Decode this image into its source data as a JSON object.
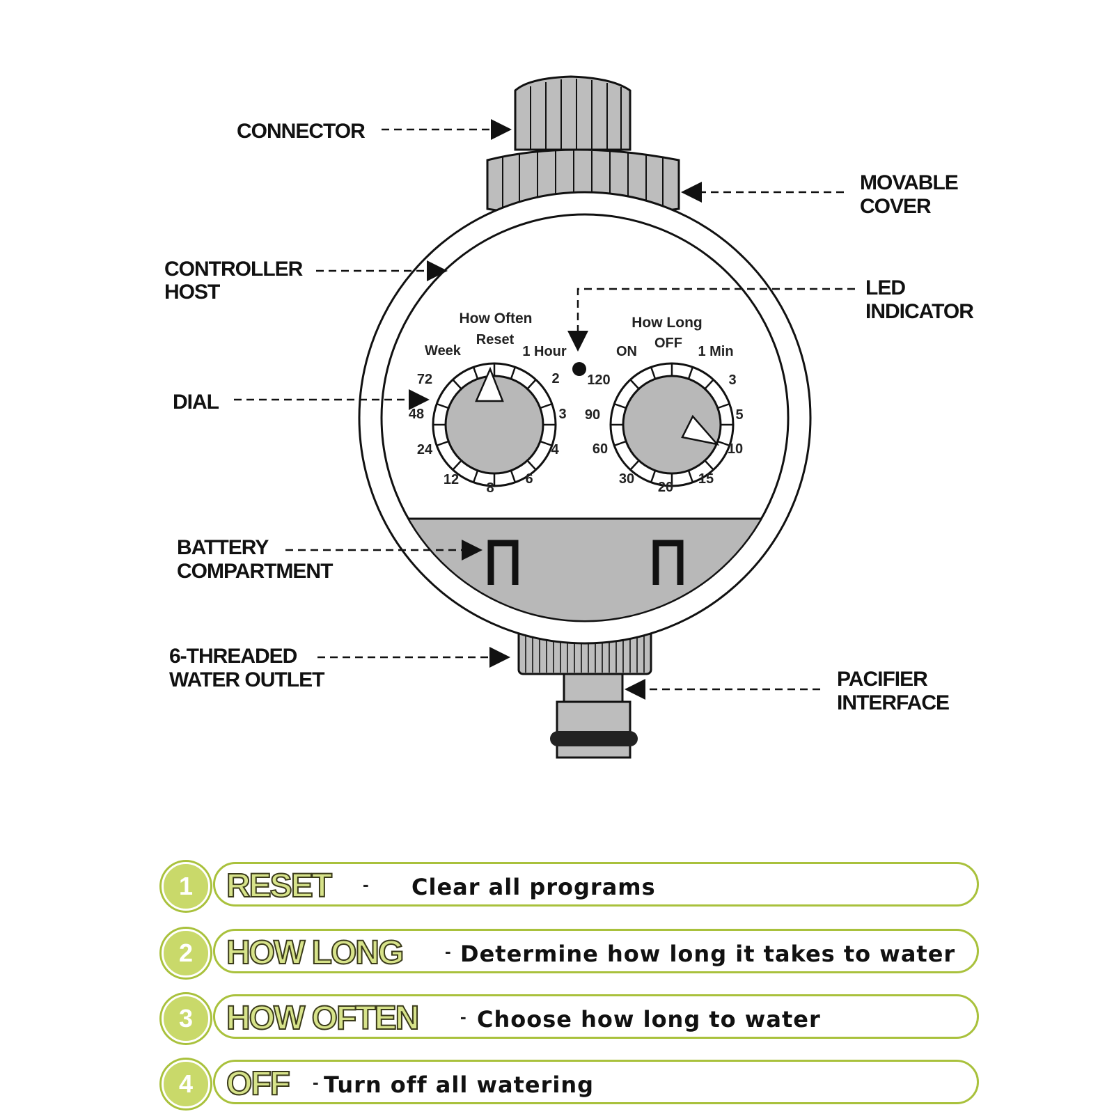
{
  "callouts": {
    "connector": "CONNECTOR",
    "movable_cover": [
      "MOVABLE",
      "COVER"
    ],
    "controller_host": [
      "CONTROLLER",
      "HOST"
    ],
    "led_indicator": [
      "LED",
      "INDICATOR"
    ],
    "dial": "DIAL",
    "battery_compartment": [
      "BATTERY",
      "COMPARTMENT"
    ],
    "water_outlet": [
      "6-THREADED",
      "WATER OUTLET"
    ],
    "pacifier_interface": [
      "PACIFIER",
      "INTERFACE"
    ]
  },
  "left_dial": {
    "heading": "How Often",
    "top_labels": [
      "Week",
      "Reset",
      "1 Hour"
    ],
    "numbers": [
      "72",
      "48",
      "24",
      "12",
      "8",
      "6",
      "4",
      "3",
      "2"
    ]
  },
  "right_dial": {
    "heading": "How Long",
    "top_labels": [
      "ON",
      "OFF",
      "1 Min"
    ],
    "numbers": [
      "120",
      "90",
      "60",
      "30",
      "20",
      "15",
      "10",
      "5",
      "3"
    ]
  },
  "legend": [
    {
      "num": "1",
      "keyword": "RESET",
      "dash": "-",
      "description": "Clear all programs"
    },
    {
      "num": "2",
      "keyword": "HOW LONG",
      "dash": "-",
      "description": "Determine how long it takes to water"
    },
    {
      "num": "3",
      "keyword": "HOW OFTEN",
      "dash": "-",
      "description": "Choose how long to water"
    },
    {
      "num": "4",
      "keyword": "OFF",
      "dash": "-",
      "description": "Turn off all watering"
    }
  ],
  "colors": {
    "accent_green": "#a9c13c",
    "badge_fill": "#c9d96a",
    "device_gray": "#b8b8b8"
  }
}
